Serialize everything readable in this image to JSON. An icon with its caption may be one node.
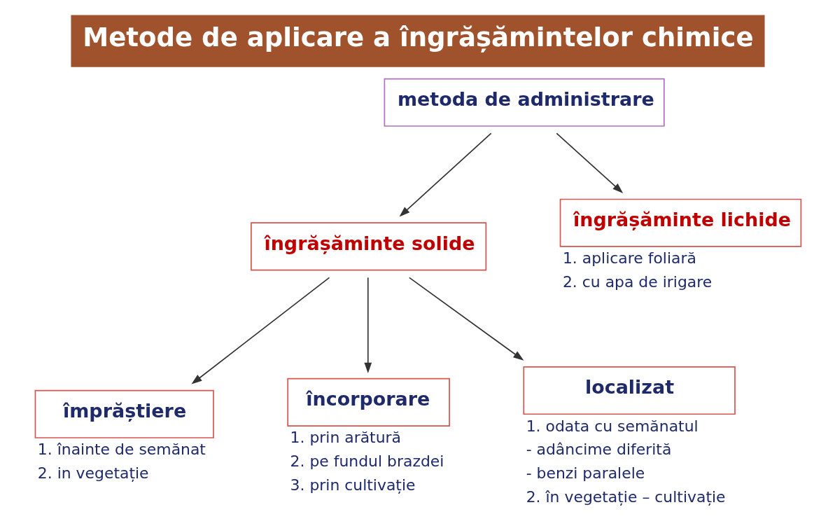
{
  "diagram": {
    "title": "Metode de aplicare a îngrășămintelor chimice",
    "nodes": [
      {
        "text": [
          "metoda de administrare"
        ]
      },
      {
        "text": [
          "îngrășăminte solide"
        ]
      },
      {
        "text": [
          "îngrășăminte lichide"
        ],
        "beside": [
          "1. aplicare foliară",
          "2. cu apa de irigare"
        ]
      },
      {
        "text": [
          "împrăștiere"
        ],
        "beside": [
          "1. înainte de semănat",
          "2. in vegetație"
        ]
      },
      {
        "text": [
          "încorporare"
        ],
        "beside": [
          "1. prin arătură",
          "2. pe fundul brazdei",
          "3. prin cultivație"
        ]
      },
      {
        "text": [
          "localizat"
        ],
        "beside": [
          "1. odata cu semănatul",
          "- adâncime diferită",
          "- benzi paralele",
          "2. în vegetație – cultivație"
        ]
      }
    ],
    "edges": [
      {
        "from": 0,
        "to": 1,
        "arrow": "to"
      },
      {
        "from": 0,
        "to": 2,
        "arrow": "to"
      },
      {
        "from": 1,
        "to": 3,
        "arrow": "to"
      },
      {
        "from": 1,
        "to": 4,
        "arrow": "to"
      },
      {
        "from": 1,
        "to": 5,
        "arrow": "to"
      }
    ]
  }
}
